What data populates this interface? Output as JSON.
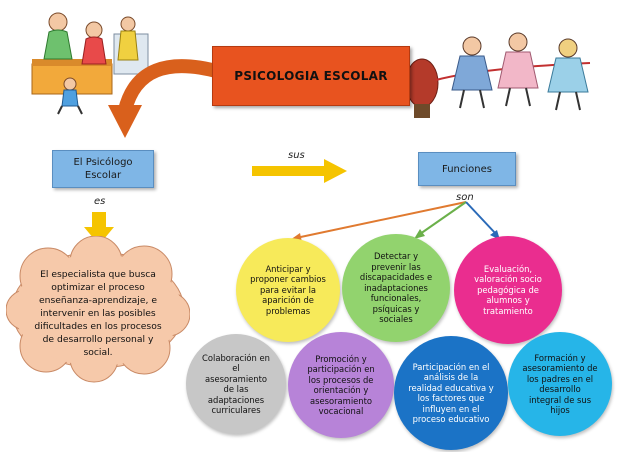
{
  "title": "PSICOLOGIA ESCOLAR",
  "left_node": "El Psicólogo Escolar",
  "right_node": "Funciones",
  "connector_sus": "sus",
  "connector_es": "es",
  "connector_son": "son",
  "definition": "El especialista que busca optimizar el proceso enseñanza-aprendizaje, e intervenir en las posibles dificultades en los procesos de desarrollo personal y social.",
  "functions": [
    {
      "text": "Anticipar y proponer cambios para evitar la aparición de problemas",
      "color": "#f7ea5a"
    },
    {
      "text": "Detectar y prevenir las discapacidades e inadaptaciones funcionales, psíquicas y sociales",
      "color": "#92d36e"
    },
    {
      "text": "Evaluación, valoración socio pedagógica de alumnos y tratamiento",
      "color": "#ea2d8f"
    },
    {
      "text": "Colaboración en el asesoramiento de las adaptaciones curriculares",
      "color": "#c7c7c7"
    },
    {
      "text": "Promoción y participación en los procesos de orientación y asesoramiento vocacional",
      "color": "#b783d8"
    },
    {
      "text": "Participación en el análisis de la realidad educativa y los factores que influyen en el proceso educativo",
      "color": "#1b73c6"
    },
    {
      "text": "Formación y asesoramiento de los padres en el desarrollo integral de sus hijos",
      "color": "#26b5e8"
    }
  ],
  "colors": {
    "title_bg": "#e8531f",
    "node_bg": "#7fb6e6",
    "arrow_yellow": "#f5c400",
    "cloud_bg": "#f6c9aa"
  }
}
